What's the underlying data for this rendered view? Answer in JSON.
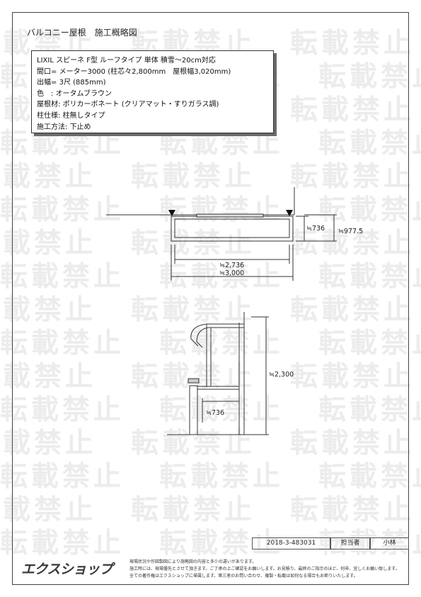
{
  "watermark_text": "転載禁止",
  "drawing_title": "バルコニー屋根　施工概略図",
  "spec": {
    "product": "LIXIL スピーネ F型 ルーフタイプ 単体 積雪～20cm対応",
    "frontage_label": "間口=",
    "frontage_value": "メーター3000 (柱芯々2,800mm　屋根幅3,020mm)",
    "depth_label": "出幅=",
    "depth_value": "3尺 (885mm)",
    "color_label": "色　:",
    "color_value": "オータムブラウン",
    "roof_label": "屋根材:",
    "roof_value": "ポリカーボネート (クリアマット・すりガラス調)",
    "post_label": "柱仕様:",
    "post_value": "柱無しタイプ",
    "method_label": "施工方法:",
    "method_value": "下止め"
  },
  "dimensions": {
    "plan_depth": "≒736",
    "plan_total_depth": "≒977.5",
    "plan_inner_width": "≒2,736",
    "plan_total_width": "≒3,000",
    "side_height": "≒2,300",
    "side_depth": "≒736"
  },
  "title_block": {
    "drawing_no": "2018-3-483031",
    "person_label": "担当者",
    "person_name": "小林"
  },
  "company_logo": "エクスショップ",
  "notice_lines": [
    "現場状況や作図製図により施略図の内容と多少の違いがあります。",
    "施工時には、現場優先とさせて頂きます。ご了承の上ご確認をお願いします。お見積り、最終のご指示のほど、何卒、宜しくお願い致します。",
    "全ての著作権はエクスショップに帰属します。第三者のお問い合わせ、複製・転載は如何なる場合もお断りいたします。"
  ]
}
